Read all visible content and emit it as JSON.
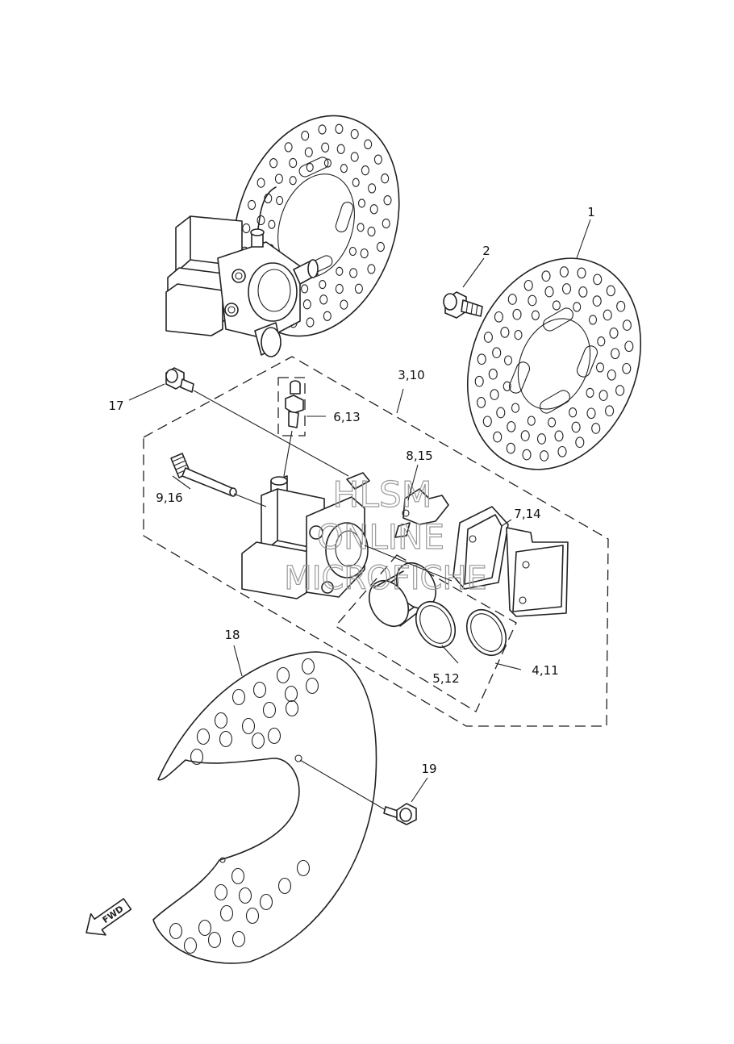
{
  "callouts": [
    {
      "id": "c1",
      "text": "1"
    },
    {
      "id": "c2",
      "text": "2"
    },
    {
      "id": "c3",
      "text": "3,10"
    },
    {
      "id": "c4",
      "text": "4,11"
    },
    {
      "id": "c5",
      "text": "5,12"
    },
    {
      "id": "c6",
      "text": "6,13"
    },
    {
      "id": "c7",
      "text": "7,14"
    },
    {
      "id": "c8",
      "text": "8,15"
    },
    {
      "id": "c9",
      "text": "9,16"
    },
    {
      "id": "c17",
      "text": "17"
    },
    {
      "id": "c18",
      "text": "18"
    },
    {
      "id": "c19",
      "text": "19"
    }
  ],
  "watermark": {
    "line1": "HLSM",
    "line2": "ONLINE",
    "line3": "MICROFICHE"
  },
  "direction_arrow": {
    "text": "FWD",
    "icon": "fwd-arrow-icon"
  }
}
